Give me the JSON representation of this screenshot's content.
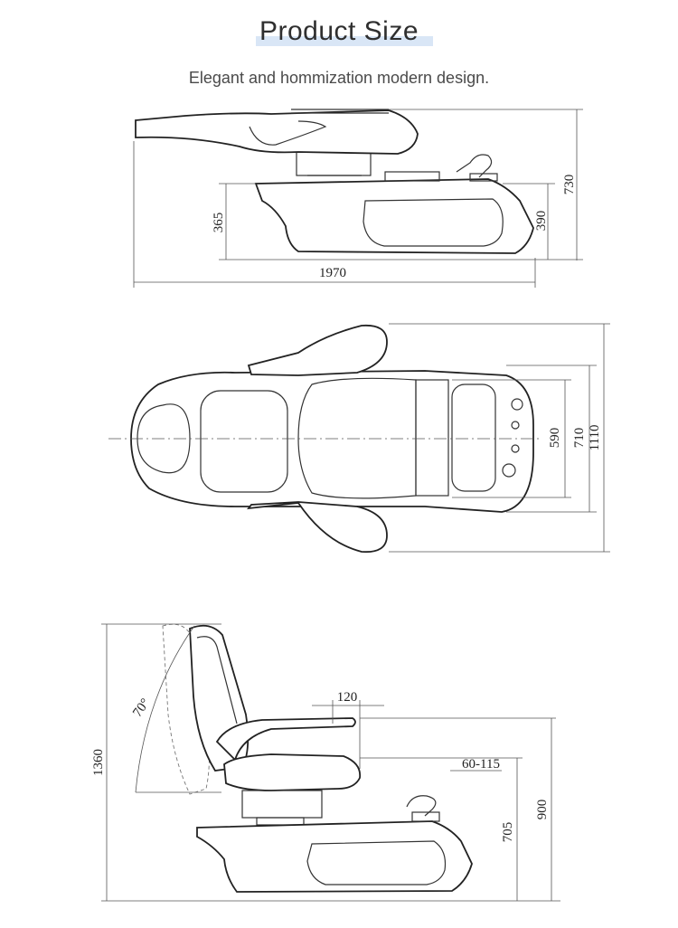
{
  "header": {
    "title": "Product Size",
    "subtitle": "Elegant and hommization modern design."
  },
  "side_view": {
    "dimensions": {
      "length": "1970",
      "total_height": "730",
      "base_height": "390",
      "base_left_height": "365"
    }
  },
  "top_view": {
    "dimensions": {
      "bowl_width": "590",
      "base_width": "710",
      "total_width": "1110"
    }
  },
  "recline_view": {
    "dimensions": {
      "angle": "70°",
      "total_height": "1360",
      "armrest_offset": "120",
      "seat_adjust": "60-115",
      "armrest_height": "900",
      "seat_height": "705"
    }
  },
  "colors": {
    "line": "#222222",
    "title_band": "#d9e6f6",
    "text": "#2f2f2f"
  }
}
